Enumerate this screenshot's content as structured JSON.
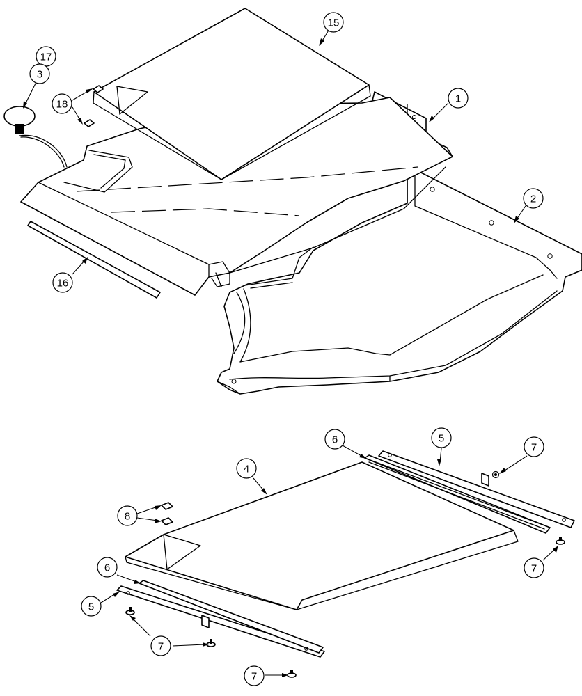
{
  "callouts": {
    "c15": "15",
    "c17": "17",
    "c3": "3",
    "c18": "18",
    "c1": "1",
    "c2": "2",
    "c16": "16",
    "c6_top": "6",
    "c5_top": "5",
    "c7_top": "7",
    "c4": "4",
    "c8": "8",
    "c7_right": "7",
    "c6_bottom": "6",
    "c5_bottom": "5",
    "c7_mid": "7",
    "c7_bottom": "7"
  },
  "colors": {
    "ink": "#000000",
    "paper": "#ffffff"
  }
}
